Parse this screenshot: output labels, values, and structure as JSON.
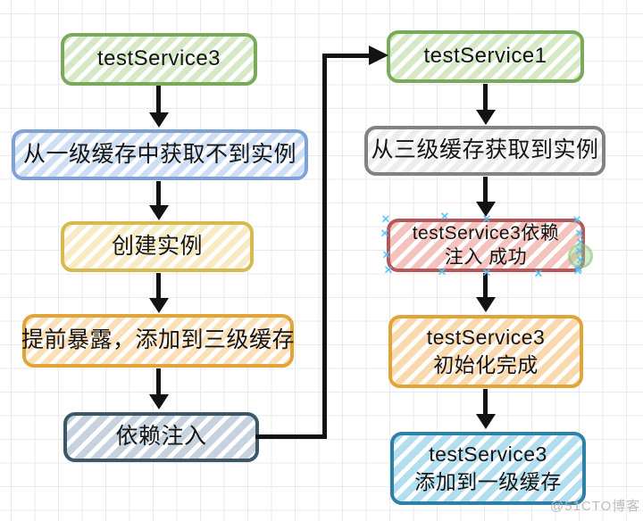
{
  "diagram": {
    "type": "flowchart",
    "grid_color": "#e9e9e9",
    "nodes": [
      {
        "id": "ts3",
        "lines": [
          "testService3"
        ],
        "border_color": "#79a95b",
        "fill_stripe_color": "#d7e8c6"
      },
      {
        "id": "l1-cache-miss",
        "lines": [
          "从一级缓存中获取不到实例"
        ],
        "border_color": "#7ea2d8",
        "fill_stripe_color": "#cedff5"
      },
      {
        "id": "create-instance",
        "lines": [
          "创建实例"
        ],
        "border_color": "#d8b850",
        "fill_stripe_color": "#f6ebc3"
      },
      {
        "id": "early-expose-l3",
        "lines": [
          "提前暴露，添加到三级缓存"
        ],
        "border_color": "#e1a438",
        "fill_stripe_color": "#fbdfb6"
      },
      {
        "id": "dependency-injection",
        "lines": [
          "依赖注入"
        ],
        "border_color": "#3c5867",
        "fill_stripe_color": "#c6d3de"
      },
      {
        "id": "ts1",
        "lines": [
          "testService1"
        ],
        "border_color": "#79a95b",
        "fill_stripe_color": "#d7e8c6"
      },
      {
        "id": "l3-cache-hit",
        "lines": [
          "从三级缓存获取到实例"
        ],
        "border_color": "#828282",
        "fill_stripe_color": "#ededed"
      },
      {
        "id": "ts3-dep-injected",
        "lines": [
          "testService3依赖",
          "注入 成功"
        ],
        "border_color": "#b4575a",
        "fill_stripe_color": "#f5c3bd",
        "selected": true
      },
      {
        "id": "ts3-initialized",
        "lines": [
          "testService3",
          "初始化完成"
        ],
        "border_color": "#e1a438",
        "fill_stripe_color": "#fad9af"
      },
      {
        "id": "ts3-added-l1",
        "lines": [
          "testService3",
          "添加到一级缓存"
        ],
        "border_color": "#2e80a7",
        "fill_stripe_color": "#b3deef"
      }
    ],
    "edges": [
      {
        "from": "ts3",
        "to": "l1-cache-miss"
      },
      {
        "from": "l1-cache-miss",
        "to": "create-instance"
      },
      {
        "from": "create-instance",
        "to": "early-expose-l3"
      },
      {
        "from": "early-expose-l3",
        "to": "dependency-injection"
      },
      {
        "from": "dependency-injection",
        "to": "ts1",
        "routing": "elbow"
      },
      {
        "from": "ts1",
        "to": "l3-cache-hit"
      },
      {
        "from": "l3-cache-hit",
        "to": "ts3-dep-injected"
      },
      {
        "from": "ts3-dep-injected",
        "to": "ts3-initialized"
      },
      {
        "from": "ts3-initialized",
        "to": "ts3-added-l1"
      }
    ],
    "selection": {
      "selected_node": "ts3-dep-injected",
      "handle_color": "#4fc3f7",
      "anchor_dot_color": "#8fce7e"
    }
  },
  "watermark": {
    "text": "@51CTO博客",
    "color": "#bcbcbc"
  }
}
